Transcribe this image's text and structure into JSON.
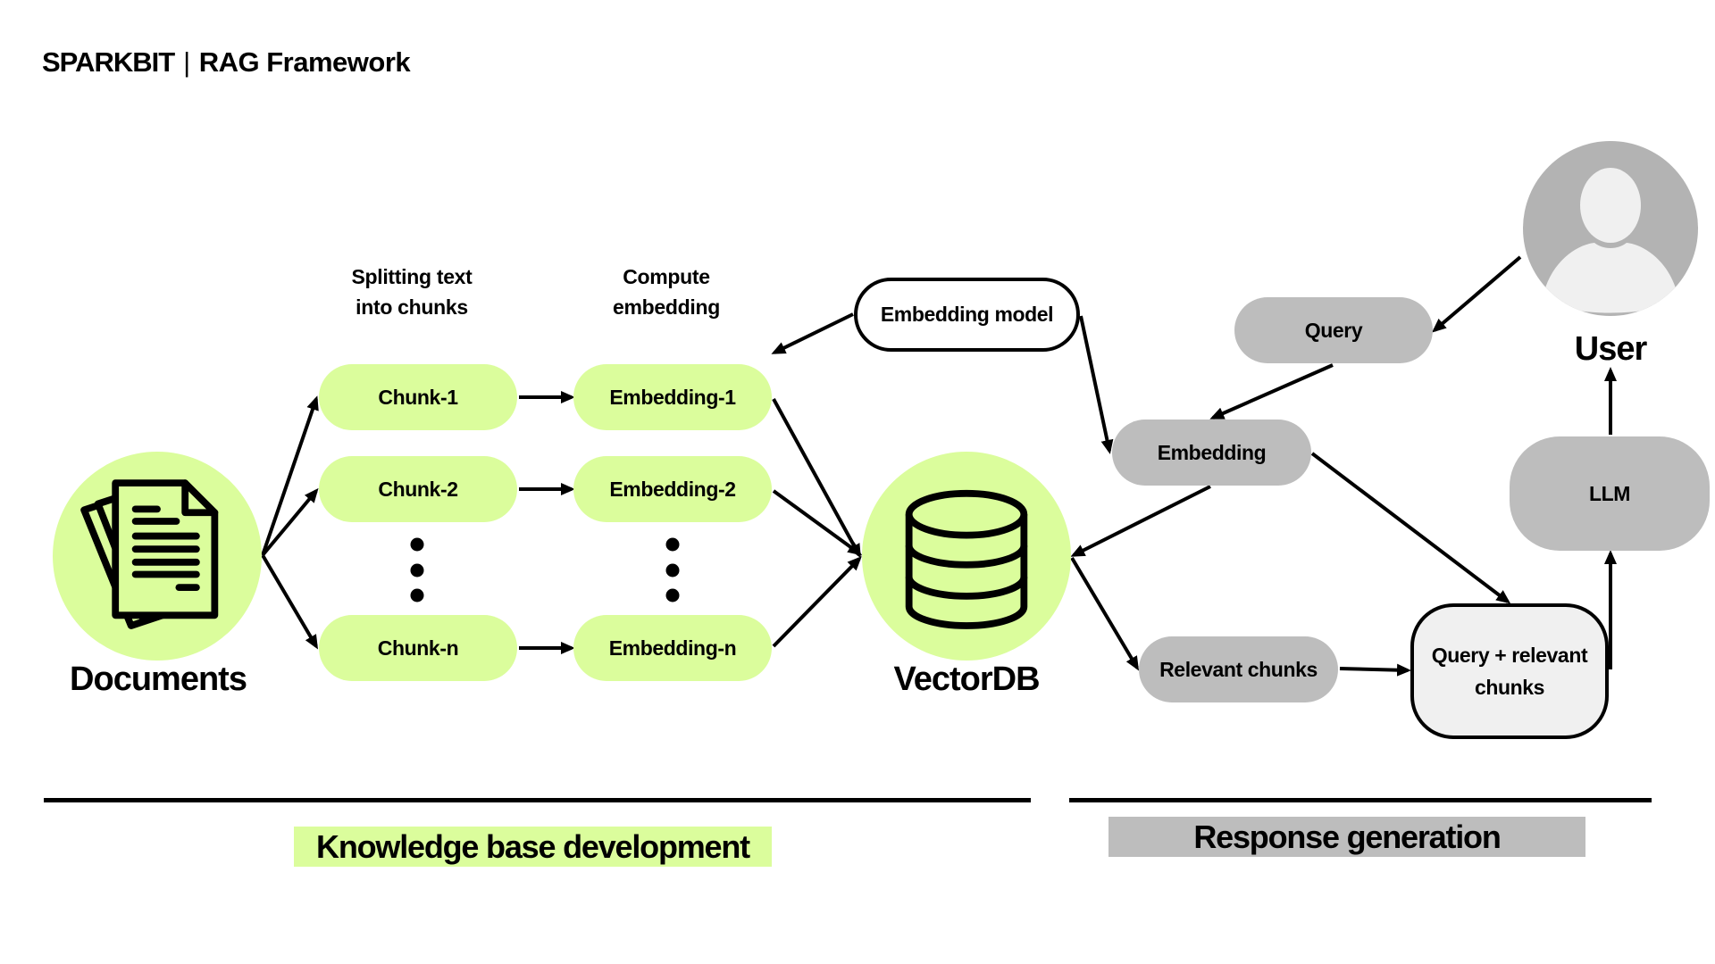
{
  "header": {
    "brand": "SPARKBIT",
    "separator": "|",
    "title": "RAG Framework"
  },
  "knowledge_base": {
    "source": {
      "label": "Documents",
      "icon": "documents-icon"
    },
    "steps": [
      {
        "caption_line1": "Splitting text",
        "caption_line2": "into chunks"
      },
      {
        "caption_line1": "Compute",
        "caption_line2": "embedding"
      }
    ],
    "chunks": [
      "Chunk-1",
      "Chunk-2",
      "Chunk-n"
    ],
    "embeddings": [
      "Embedding-1",
      "Embedding-2",
      "Embedding-n"
    ],
    "embedding_model": "Embedding model",
    "store": {
      "label": "VectorDB",
      "icon": "database-icon"
    }
  },
  "response": {
    "user": {
      "label": "User",
      "icon": "user-avatar-icon"
    },
    "query": "Query",
    "query_embedding": "Embedding",
    "relevant_chunks": "Relevant chunks",
    "combined": "Query + relevant chunks",
    "llm": "LLM"
  },
  "sections": {
    "left": "Knowledge base development",
    "right": "Response generation"
  },
  "colors": {
    "accent_green": "#dbfd9c",
    "node_gray": "#bdbdbd",
    "combo_fill": "#f0f0f0",
    "avatar_gray": "#b3b3b3",
    "avatar_light": "#f0f0f0"
  }
}
